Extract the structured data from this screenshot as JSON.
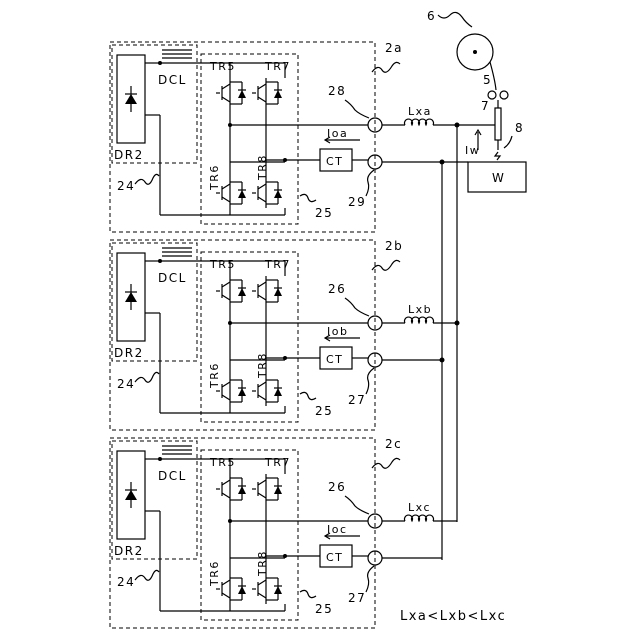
{
  "units": [
    {
      "id": "a",
      "group_label": "2a",
      "rectifier_label": "DR2",
      "reactor_label": "DCL",
      "transistors": {
        "top_left": "TR5",
        "top_right": "TR7",
        "bottom_left": "TR6",
        "bottom_right": "TR8"
      },
      "bridge_ref": "25",
      "rectifier_ref": "24",
      "terminal_top_ref": "28",
      "terminal_bottom_ref": "29",
      "current_label": "Ioa",
      "ct_label": "CT",
      "inductance_label": "Lxa"
    },
    {
      "id": "b",
      "group_label": "2b",
      "rectifier_label": "DR2",
      "reactor_label": "DCL",
      "transistors": {
        "top_left": "TR5",
        "top_right": "TR7",
        "bottom_left": "TR6",
        "bottom_right": "TR8"
      },
      "bridge_ref": "25",
      "rectifier_ref": "24",
      "terminal_top_ref": "26",
      "terminal_bottom_ref": "27",
      "current_label": "Iob",
      "ct_label": "CT",
      "inductance_label": "Lxb"
    },
    {
      "id": "c",
      "group_label": "2c",
      "rectifier_label": "DR2",
      "reactor_label": "DCL",
      "transistors": {
        "top_left": "TR5",
        "top_right": "TR7",
        "bottom_left": "TR6",
        "bottom_right": "TR8"
      },
      "bridge_ref": "25",
      "rectifier_ref": "24",
      "terminal_top_ref": "26",
      "terminal_bottom_ref": "27",
      "current_label": "Ioc",
      "ct_label": "CT",
      "inductance_label": "Lxc"
    }
  ],
  "load": {
    "label": "W",
    "current_label": "Iw",
    "wire_spool_ref": "6",
    "roller_ref": "5",
    "torch_ref": "7",
    "arc_ref": "8"
  },
  "relation_text": "Lxa<Lxb<Lxc"
}
